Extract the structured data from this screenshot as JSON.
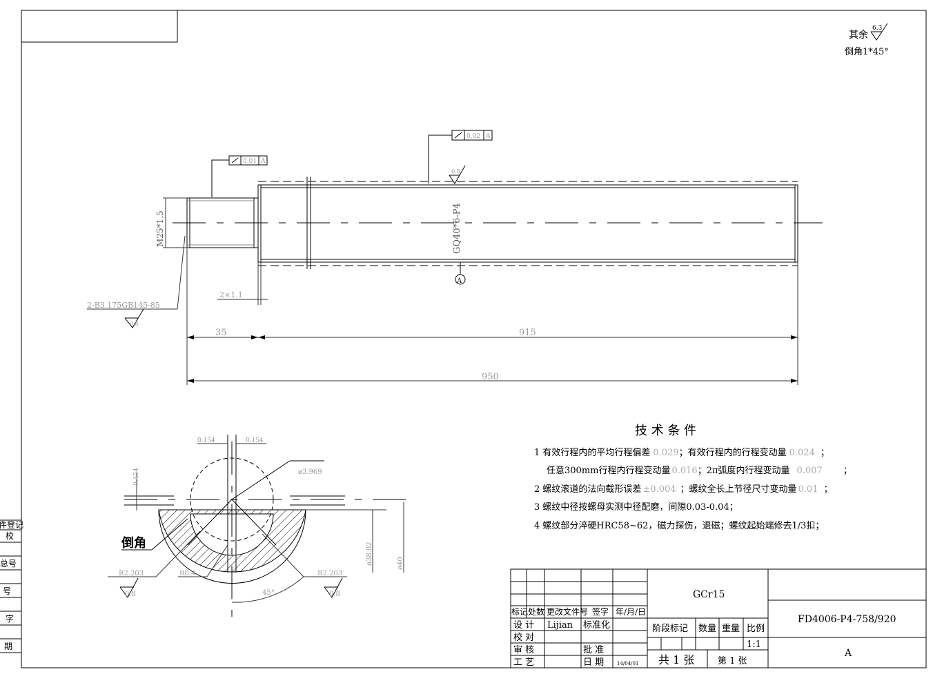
{
  "surface_note": {
    "label": "其余",
    "roughness": "6.3",
    "chamfer": "倒角1*45°"
  },
  "part": {
    "tolerance_frame_left": [
      "",
      "0.01",
      "A"
    ],
    "tolerance_frame_right": [
      "",
      "0.02",
      "A"
    ],
    "thread_label": "M25*1.5",
    "screw_label": "GQ40*6-P4",
    "roughness_small": "0.8",
    "datum": "A",
    "center_hole": "2-B3.175GB145-85",
    "chamfer_dim": "2×1.1",
    "dim_35": "35",
    "dim_915": "915",
    "dim_950": "950"
  },
  "section": {
    "dim_0154_left": "0.154",
    "dim_0154_right": "0.154",
    "dim_0454": "0.454",
    "dia_ball": "ø3.969",
    "chamfer_label": "倒角",
    "r_left": "R2.203",
    "r_bottom": "R0.4",
    "r_right": "R2.203",
    "rough_left": "0.8",
    "rough_right": "0.8",
    "dia_inner": "ø38.02",
    "dia_outer": "ø40",
    "angle": "45°"
  },
  "tech": {
    "title": "技 术 条 件",
    "line1_a": "1  有效行程内的平均行程偏差",
    "line1_v1": "0.029",
    "line1_b": "；有效行程内的行程变动量",
    "line1_v2": "0.024",
    "line1_c": "；",
    "line2_a": "任意300mm行程内行程变动量",
    "line2_v1": "0.016",
    "line2_b": "；2π弧度内行程变动量",
    "line2_v2": "0.007",
    "line2_c": "；",
    "line3_a": "2  螺纹滚道的法向截形误差",
    "line3_v1": "±0.004",
    "line3_b": "；螺纹全长上节径尺寸变动量",
    "line3_v2": "0.01",
    "line3_c": "；",
    "line4": "3  螺纹中径按螺母实测中径配磨，间隙0.03-0.04；",
    "line5": "4  螺纹部分淬硬HRC58~62，磁力探伤，退磁；螺纹起始端修去1/3扣；"
  },
  "left_strip": [
    "件登记",
    "校",
    "总号",
    "号",
    "字",
    "期"
  ],
  "title_block": {
    "rev_headers": [
      "标记",
      "处数",
      "更改文件号",
      "签字",
      "年/月/日"
    ],
    "design": "设 计",
    "designer": "Lijian",
    "standard": "标准化",
    "check": "校 对",
    "review": "审 核",
    "approve": "批 准",
    "process": "工 艺",
    "date": "日 期",
    "date_value": "14/04/01",
    "material": "GCr15",
    "drawing_no": "FD4006-P4-758/920",
    "stage_mark": "阶段标记",
    "qty": "数量",
    "weight": "重量",
    "scale": "比例",
    "scale_value": "1:1",
    "total_sheets": "共 1 张",
    "sheet_no": "第 1 张",
    "revision": "A"
  }
}
